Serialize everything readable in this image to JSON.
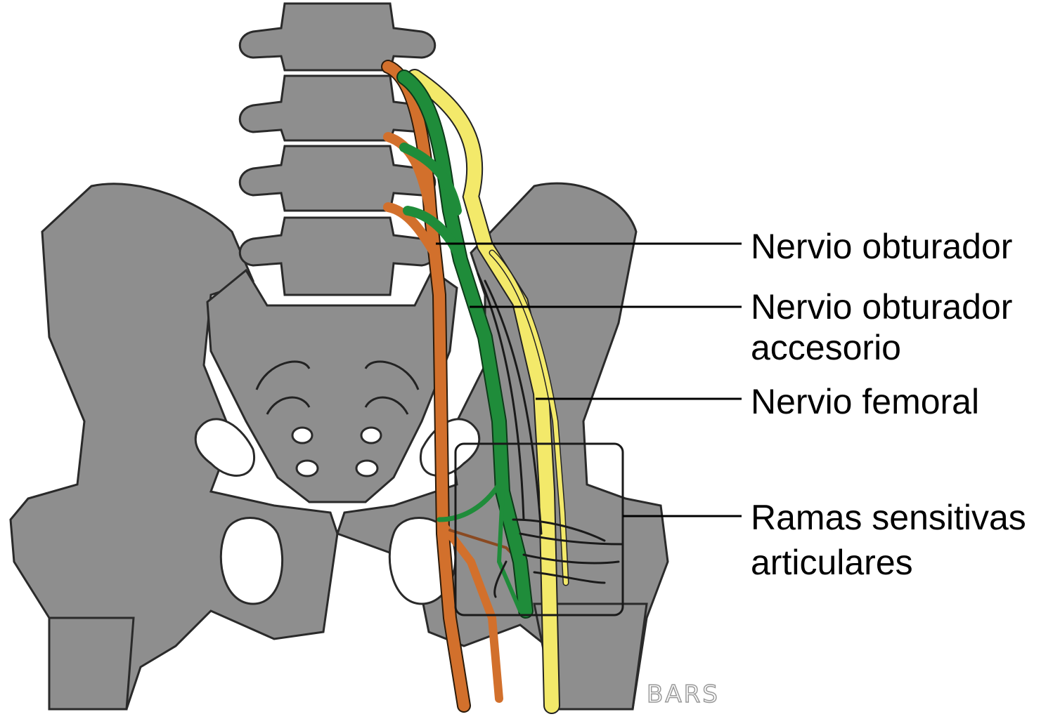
{
  "title": "Nervios de la cadera",
  "labels": {
    "obturator": "Nervio obturador",
    "accessory_line1": "Nervio obturador",
    "accessory_line2": "accesorio",
    "femoral": "Nervio femoral",
    "articular_line1": "Ramas sensitivas",
    "articular_line2": "articulares"
  },
  "signature": "BARS",
  "colors": {
    "bone": "#8e8e8e",
    "obturator_nerve": "#1f8c3a",
    "femoral_nerve": "#f3e96a",
    "lumbosacral": "#d2702c",
    "highlight_box": "#1a1a1a"
  }
}
